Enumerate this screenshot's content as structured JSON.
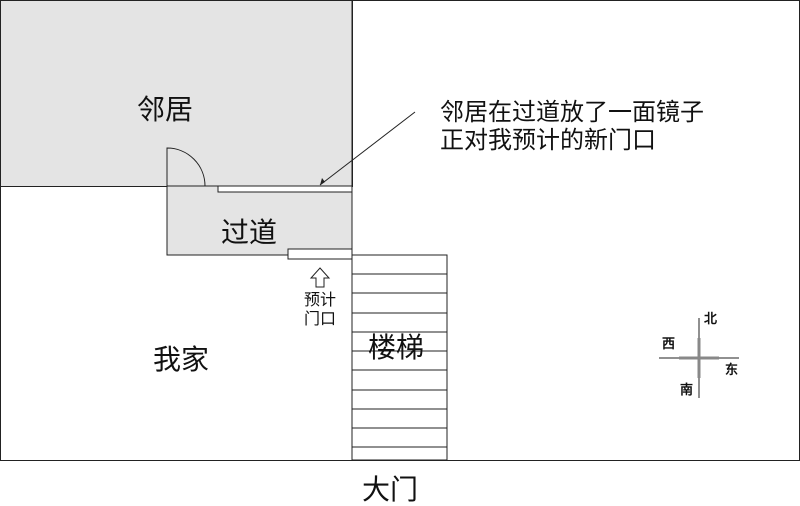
{
  "labels": {
    "neighbor": "邻居",
    "corridor": "过道",
    "my_home": "我家",
    "stairs": "楼梯",
    "main_door": "大门",
    "planned_door_line1": "预计",
    "planned_door_line2": "门口",
    "annotation_line1": "邻居在过道放了一面镜子",
    "annotation_line2": "正对我预计的新门口"
  },
  "compass": {
    "north": "北",
    "south": "南",
    "east": "东",
    "west": "西"
  },
  "colors": {
    "shaded_area": "#e4e4e4",
    "line": "#222222",
    "compass_bar": "#888888"
  }
}
